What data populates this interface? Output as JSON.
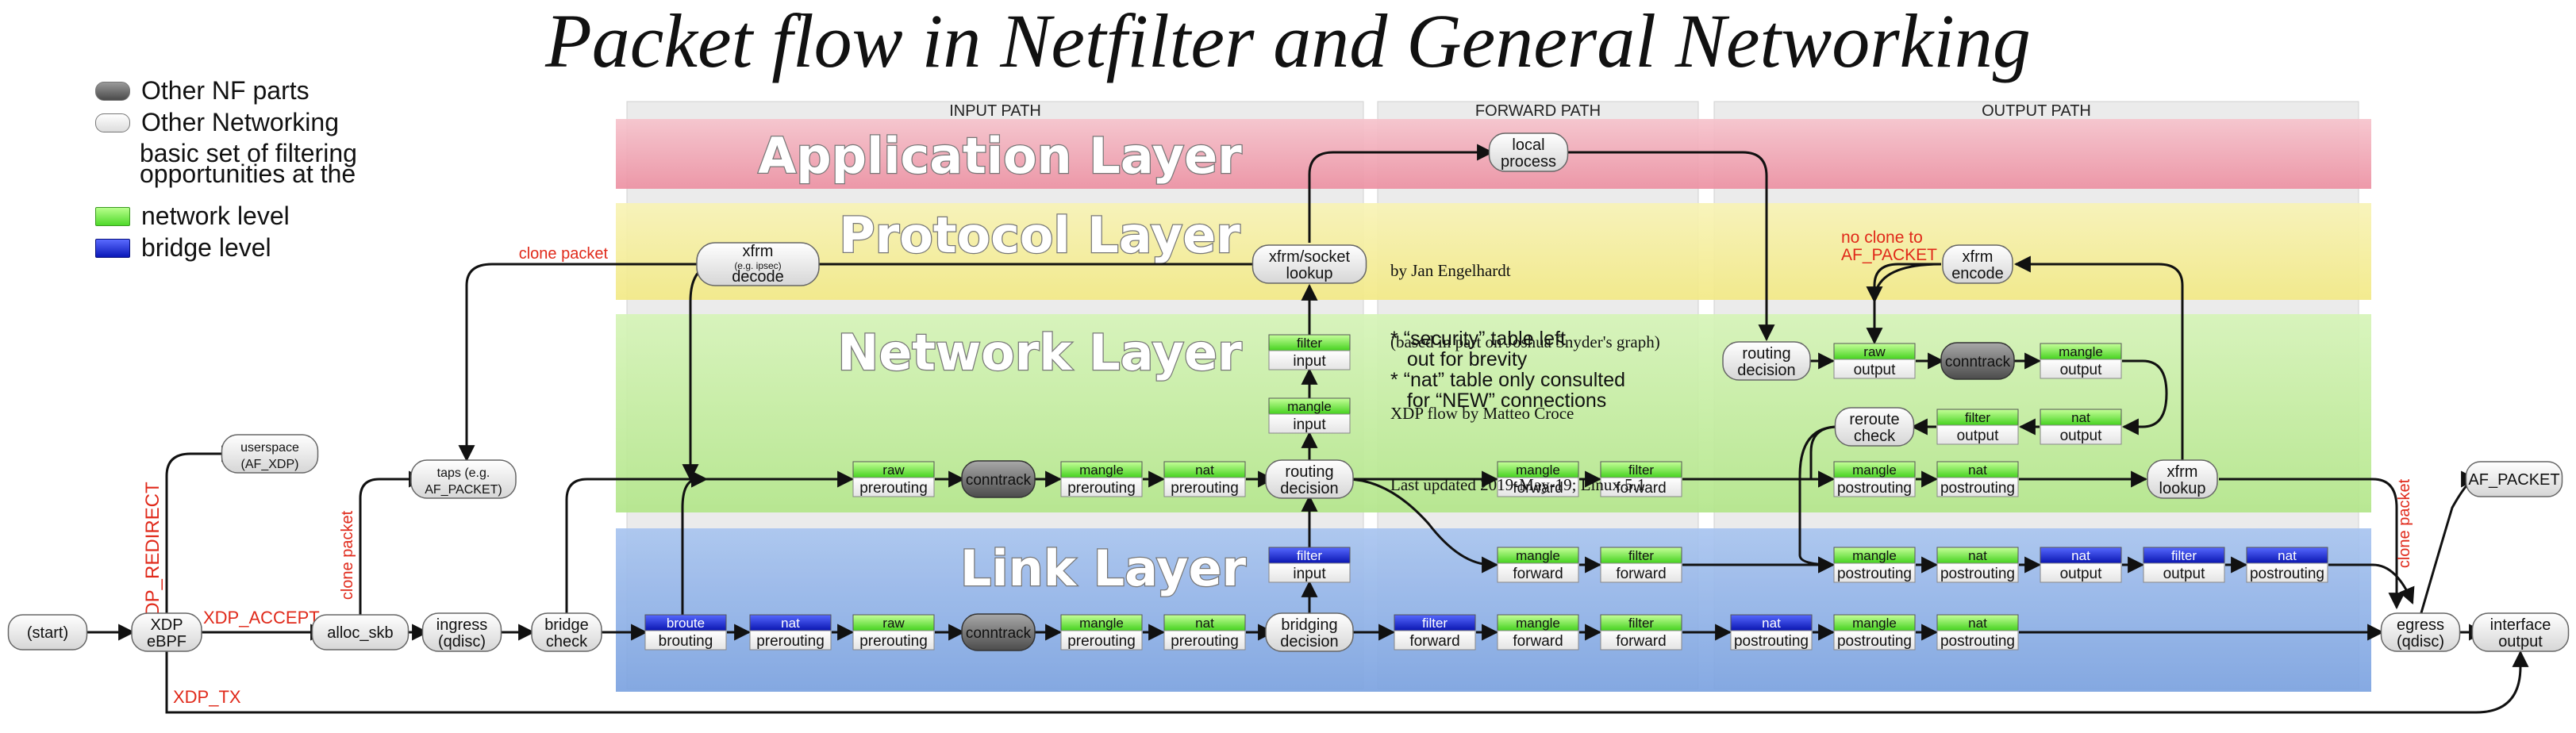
{
  "title": "Packet flow in Netfilter and General Networking",
  "legend": {
    "other_nf": "Other NF parts",
    "other_net": "Other Networking",
    "note": "basic set of filtering opportunities at the",
    "network": "network level",
    "bridge": "bridge level"
  },
  "paths": {
    "input": "INPUT PATH",
    "forward": "FORWARD PATH",
    "output": "OUTPUT PATH"
  },
  "layers": {
    "application": "Application Layer",
    "protocol": "Protocol Layer",
    "network": "Network Layer",
    "link": "Link Layer"
  },
  "credits": [
    "by Jan Engelhardt",
    "(based in part on Joshua Snyder's graph)",
    "XDP flow by Matteo Croce",
    "Last updated 2019-May-19; Linux 5.1"
  ],
  "notes": [
    "* “security” table left",
    "   out for brevity",
    "* “nat” table only consulted",
    "   for “NEW” connections"
  ],
  "colors": {
    "application_band": "#f1a7b4",
    "protocol_band": "#f5ee9c",
    "network_band": "#c3ec9c",
    "link_band": "#8fb2e8",
    "network_tag": "#5ede37",
    "bridge_tag": "#1220c8",
    "edge_label": "#e0291a"
  },
  "nodes": [
    {
      "id": "start",
      "kind": "oval",
      "l1": "(start)"
    },
    {
      "id": "xdp",
      "kind": "oval",
      "l1": "XDP",
      "l2": "eBPF"
    },
    {
      "id": "userspace",
      "kind": "oval",
      "l1": "userspace",
      "l2": "(AF_XDP)"
    },
    {
      "id": "alloc",
      "kind": "oval",
      "l1": "alloc_skb"
    },
    {
      "id": "taps",
      "kind": "oval",
      "l1": "taps (e.g.",
      "l2": "AF_PACKET)"
    },
    {
      "id": "ingress",
      "kind": "oval",
      "l1": "ingress",
      "l2": "(qdisc)"
    },
    {
      "id": "bridgecheck",
      "kind": "oval",
      "l1": "bridge",
      "l2": "check"
    },
    {
      "id": "xfrm_decode",
      "kind": "oval",
      "l1": "xfrm",
      "l2": "(e.g. ipsec)",
      "l3": "decode"
    },
    {
      "id": "xfrm_socket",
      "kind": "oval",
      "l1": "xfrm/socket",
      "l2": "lookup"
    },
    {
      "id": "local_process",
      "kind": "oval",
      "l1": "local",
      "l2": "process"
    },
    {
      "id": "routing_in",
      "kind": "oval",
      "l1": "routing",
      "l2": "decision"
    },
    {
      "id": "bridging",
      "kind": "oval",
      "l1": "bridging",
      "l2": "decision"
    },
    {
      "id": "routing_out",
      "kind": "oval",
      "l1": "routing",
      "l2": "decision"
    },
    {
      "id": "reroute",
      "kind": "oval",
      "l1": "reroute",
      "l2": "check"
    },
    {
      "id": "xfrm_encode",
      "kind": "oval",
      "l1": "xfrm",
      "l2": "encode"
    },
    {
      "id": "xfrm_lookup",
      "kind": "oval",
      "l1": "xfrm",
      "l2": "lookup"
    },
    {
      "id": "egress",
      "kind": "oval",
      "l1": "egress",
      "l2": "(qdisc)"
    },
    {
      "id": "interface_out",
      "kind": "oval",
      "l1": "interface",
      "l2": "output"
    },
    {
      "id": "af_packet",
      "kind": "oval",
      "l1": "AF_PACKET"
    },
    {
      "id": "ct_net",
      "kind": "ct",
      "l1": "conntrack"
    },
    {
      "id": "ct_link",
      "kind": "ct",
      "l1": "conntrack"
    },
    {
      "id": "ct_out",
      "kind": "ct",
      "l1": "conntrack"
    },
    {
      "id": "n_raw_pre",
      "kind": "hook",
      "tag": "raw",
      "l1": "prerouting",
      "level": "network"
    },
    {
      "id": "n_mangle_pre",
      "kind": "hook",
      "tag": "mangle",
      "l1": "prerouting",
      "level": "network"
    },
    {
      "id": "n_nat_pre",
      "kind": "hook",
      "tag": "nat",
      "l1": "prerouting",
      "level": "network"
    },
    {
      "id": "n_mangle_in",
      "kind": "hook",
      "tag": "mangle",
      "l1": "input",
      "level": "network"
    },
    {
      "id": "n_filter_in",
      "kind": "hook",
      "tag": "filter",
      "l1": "input",
      "level": "network"
    },
    {
      "id": "n_mangle_fwd",
      "kind": "hook",
      "tag": "mangle",
      "l1": "forward",
      "level": "network"
    },
    {
      "id": "n_filter_fwd",
      "kind": "hook",
      "tag": "filter",
      "l1": "forward",
      "level": "network"
    },
    {
      "id": "n_raw_out",
      "kind": "hook",
      "tag": "raw",
      "l1": "output",
      "level": "network"
    },
    {
      "id": "n_mangle_out",
      "kind": "hook",
      "tag": "mangle",
      "l1": "output",
      "level": "network"
    },
    {
      "id": "n_filter_out",
      "kind": "hook",
      "tag": "filter",
      "l1": "output",
      "level": "network"
    },
    {
      "id": "n_nat_out",
      "kind": "hook",
      "tag": "nat",
      "l1": "output",
      "level": "network"
    },
    {
      "id": "n_mangle_post",
      "kind": "hook",
      "tag": "mangle",
      "l1": "postrouting",
      "level": "network"
    },
    {
      "id": "n_nat_post",
      "kind": "hook",
      "tag": "nat",
      "l1": "postrouting",
      "level": "network"
    },
    {
      "id": "l_broute",
      "kind": "hook",
      "tag": "broute",
      "l1": "brouting",
      "level": "bridge"
    },
    {
      "id": "l_nat_pre",
      "kind": "hook",
      "tag": "nat",
      "l1": "prerouting",
      "level": "bridge"
    },
    {
      "id": "l_raw_pre",
      "kind": "hook",
      "tag": "raw",
      "l1": "prerouting",
      "level": "network"
    },
    {
      "id": "l_mangle_pre",
      "kind": "hook",
      "tag": "mangle",
      "l1": "prerouting",
      "level": "network"
    },
    {
      "id": "l_nat_pre2",
      "kind": "hook",
      "tag": "nat",
      "l1": "prerouting",
      "level": "network"
    },
    {
      "id": "l_filter_in",
      "kind": "hook",
      "tag": "filter",
      "l1": "input",
      "level": "bridge"
    },
    {
      "id": "l_filter_fwd_b",
      "kind": "hook",
      "tag": "filter",
      "l1": "forward",
      "level": "bridge"
    },
    {
      "id": "l_mangle_fwd",
      "kind": "hook",
      "tag": "mangle",
      "l1": "forward",
      "level": "network"
    },
    {
      "id": "l_filter_fwd",
      "kind": "hook",
      "tag": "filter",
      "l1": "forward",
      "level": "network"
    },
    {
      "id": "l_mangle_fwd2",
      "kind": "hook",
      "tag": "mangle",
      "l1": "forward",
      "level": "network"
    },
    {
      "id": "l_filter_fwd2",
      "kind": "hook",
      "tag": "filter",
      "l1": "forward",
      "level": "network"
    },
    {
      "id": "l_nat_post_b",
      "kind": "hook",
      "tag": "nat",
      "l1": "postrouting",
      "level": "bridge"
    },
    {
      "id": "l_mangle_post",
      "kind": "hook",
      "tag": "mangle",
      "l1": "postrouting",
      "level": "network"
    },
    {
      "id": "l_nat_post",
      "kind": "hook",
      "tag": "nat",
      "l1": "postrouting",
      "level": "network"
    },
    {
      "id": "l_mangle_post2",
      "kind": "hook",
      "tag": "mangle",
      "l1": "postrouting",
      "level": "network"
    },
    {
      "id": "l_nat_post2",
      "kind": "hook",
      "tag": "nat",
      "l1": "postrouting",
      "level": "network"
    },
    {
      "id": "l_nat_out_b",
      "kind": "hook",
      "tag": "nat",
      "l1": "output",
      "level": "bridge"
    },
    {
      "id": "l_filter_out_b",
      "kind": "hook",
      "tag": "filter",
      "l1": "output",
      "level": "bridge"
    },
    {
      "id": "l_nat_post_b2",
      "kind": "hook",
      "tag": "nat",
      "l1": "postrouting",
      "level": "bridge"
    }
  ],
  "edge_labels": {
    "xdp_redirect": "XDP_REDIRECT",
    "xdp_accept": "XDP_ACCEPT",
    "xdp_tx": "XDP_TX",
    "clone_alloc": "clone packet",
    "clone_protocol": "clone packet",
    "no_clone_1": "no clone to",
    "no_clone_2": "AF_PACKET",
    "clone_egress": "clone packet"
  }
}
